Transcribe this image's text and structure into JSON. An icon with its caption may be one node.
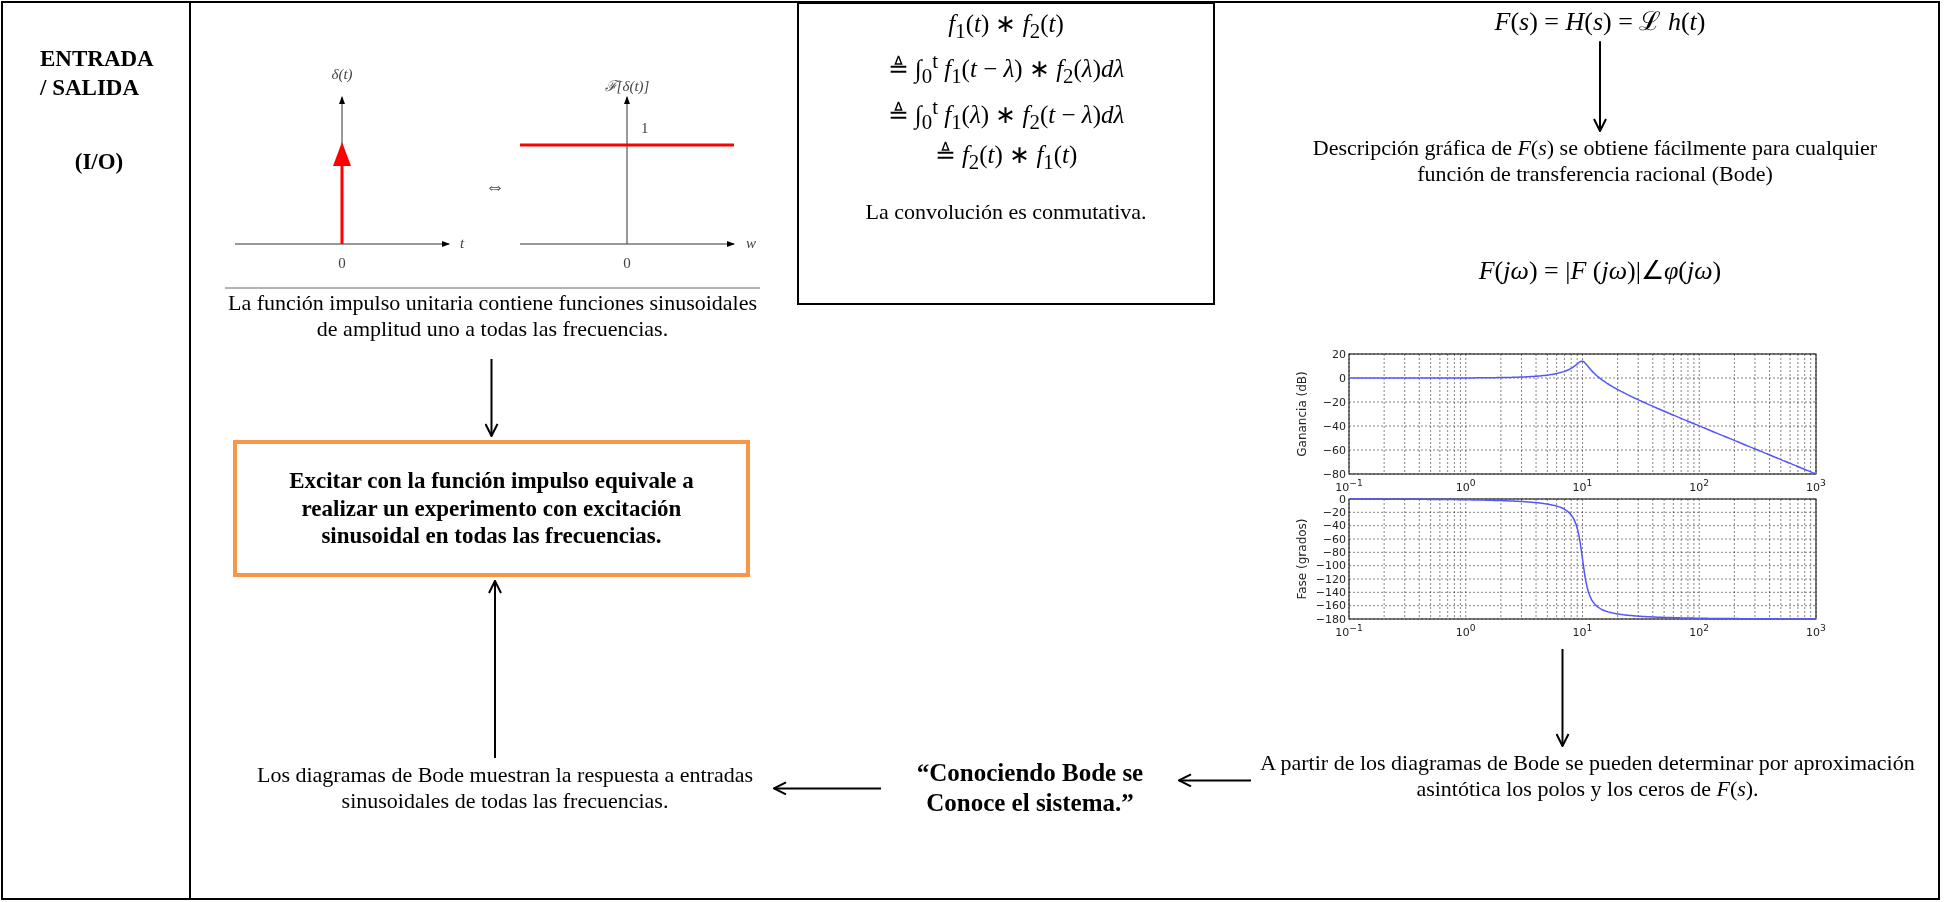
{
  "diagram": {
    "nodes": [
      {
        "text": [
          "La función impulso unitaria contiene funciones sinusoidales de amplitud uno a todas las frecuencias."
        ]
      },
      {
        "text": [
          "*f*$_{1}$(*t*) ∗ *f*$_{2}$(*t*)",
          "≜ ∫$_{0}$$^{t}$ *f*$_{1}$(*t* − *λ*) ∗ *f*$_{2}$(*λ*)*dλ*",
          "≜ ∫$_{0}$$^{t}$ *f*$_{1}$(*λ*) ∗ *f*$_{2}$(*t* − *λ*)*dλ*",
          "≜ *f*$_{2}$(*t*) ∗  *f*$_{1}$(*t*)",
          "La convolución es conmutativa."
        ]
      },
      {
        "text": [
          "*F*(*s*) = *H*(*s*) = ℒ *h*(*t*)"
        ]
      },
      {
        "text": [
          "Descripción gráfica de *F*(*s*) se obtiene fácilmente para cualquier función de transferencia racional (Bode)"
        ]
      },
      {
        "text": [
          "Excitar con la función impulso equivale a realizar un experimento con excitación sinusoidal en todas las frecuencias."
        ]
      },
      {
        "text": [],
        "shape": "picture"
      },
      {
        "text": [
          "Los diagramas de Bode muestran la respuesta a entradas sinusoidales de todas las frecuencias."
        ]
      },
      {
        "text": [
          "“Conociendo Bode se Conoce el sistema.”"
        ]
      },
      {
        "text": [
          "A partir de los diagramas de Bode se pueden determinar por aproximación asintótica los polos y los ceros de *F*(*s*)."
        ]
      }
    ],
    "edges": [
      {
        "from": 0,
        "to": 4,
        "arrow": "to"
      },
      {
        "from": 2,
        "to": 3,
        "arrow": "to"
      },
      {
        "from": 6,
        "to": 4,
        "arrow": "to"
      },
      {
        "from": 5,
        "to": 8,
        "arrow": "to"
      },
      {
        "from": 8,
        "to": 7,
        "arrow": "to"
      },
      {
        "from": 7,
        "to": 6,
        "arrow": "to"
      }
    ],
    "labels": [
      "ENTRADA / SALIDA",
      "(I/O)",
      "δ(t)",
      "ℱ[δ(t)]",
      "1",
      "⇔",
      "t",
      "w",
      "0",
      "0",
      "*F*(*jω*) = |*F* (*jω*)|∠*φ*(*jω*)",
      "Ganancia (dB)",
      "20",
      "0",
      "−20",
      "−40",
      "−60",
      "−80",
      "10$^{−1}$",
      "10$^{0}$",
      "10$^{1}$",
      "10$^{2}$",
      "10$^{3}$",
      "Fase (grados)",
      "0",
      "−20",
      "−40",
      "−60",
      "−80",
      "−100",
      "−120",
      "−140",
      "−160",
      "−180",
      "10$^{−1}$",
      "10$^{0}$",
      "10$^{1}$",
      "10$^{2}$",
      "10$^{3}$"
    ]
  }
}
